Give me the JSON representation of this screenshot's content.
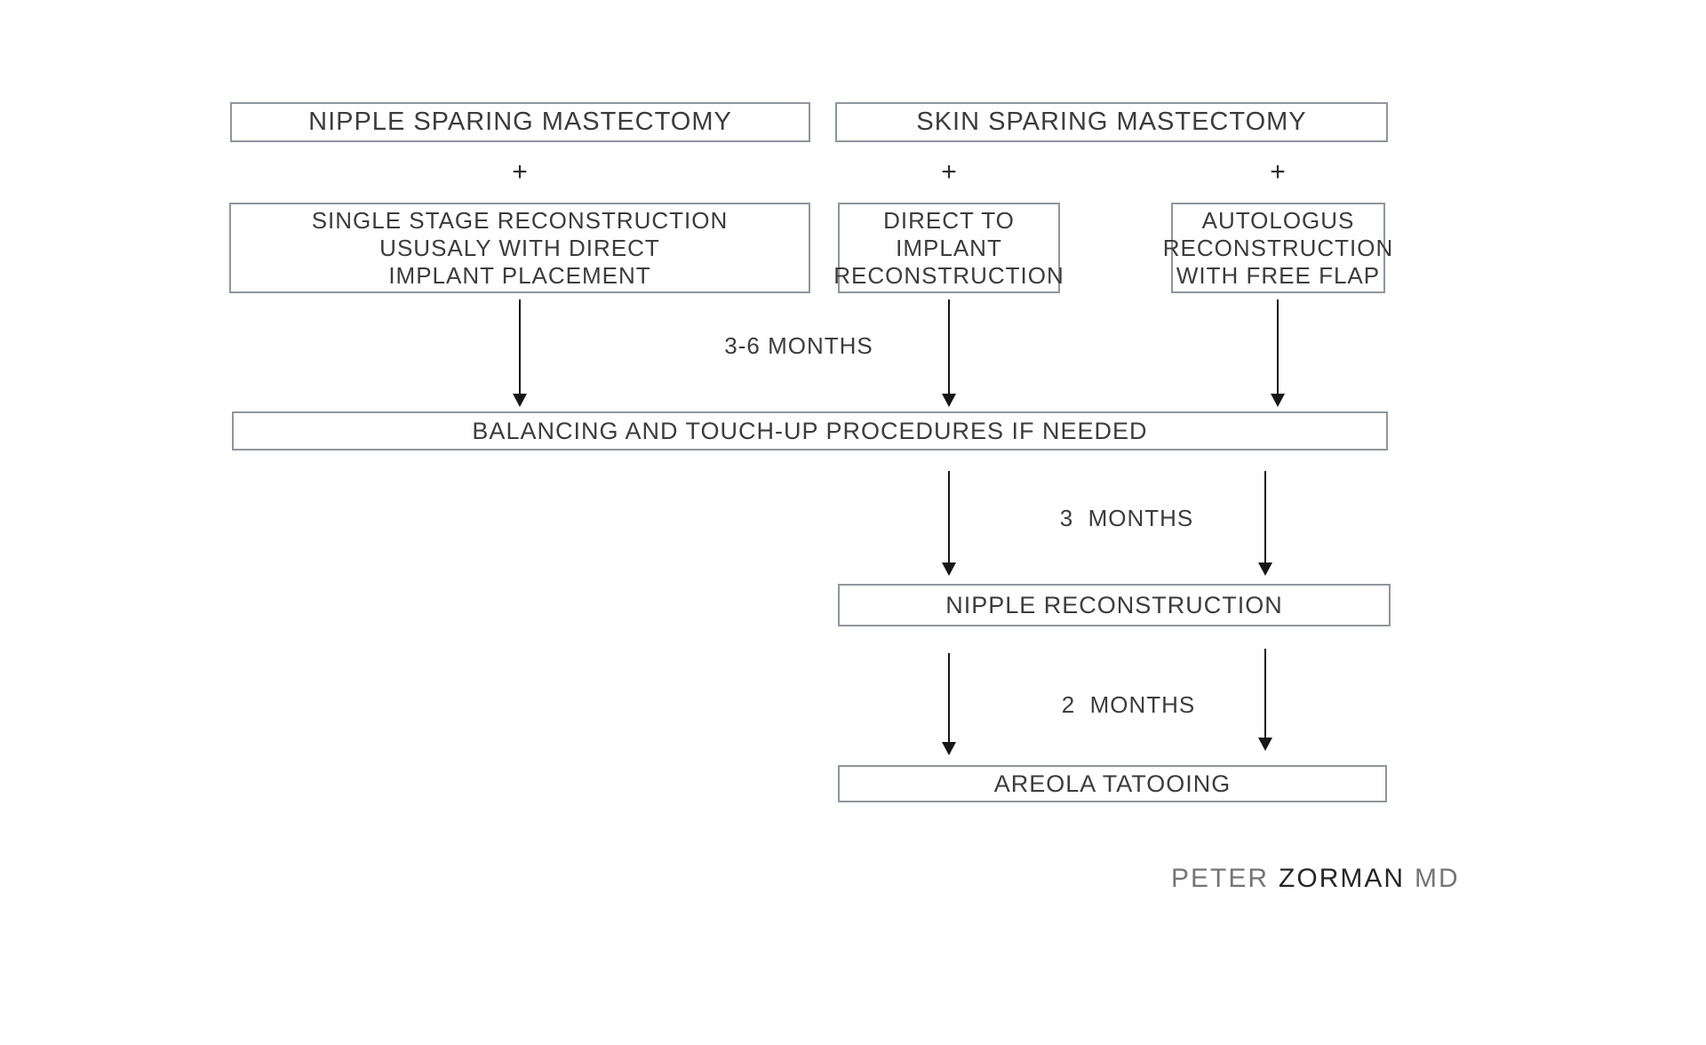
{
  "nodes": {
    "nipple_sparing": "NIPPLE SPARING MASTECTOMY",
    "skin_sparing": "SKIN SPARING MASTECTOMY",
    "single_stage_lines": [
      "SINGLE STAGE RECONSTRUCTION",
      "USUSALY WITH DIRECT",
      "IMPLANT PLACEMENT"
    ],
    "direct_implant_lines": [
      "DIRECT TO",
      "IMPLANT",
      "RECONSTRUCTION"
    ],
    "autologus_lines": [
      "AUTOLOGUS",
      "RECONSTRUCTION",
      "WITH FREE FLAP"
    ],
    "balancing": "BALANCING AND TOUCH-UP PROCEDURES IF NEEDED",
    "nipple_reconstruction": "NIPPLE RECONSTRUCTION",
    "areola": "AREOLA TATOOING"
  },
  "connectors": {
    "plus": "+",
    "interval_1": "3-6 MONTHS",
    "interval_2": "3  MONTHS",
    "interval_3": "2  MONTHS"
  },
  "signature": {
    "first_name": "PETER",
    "last_name": "ZORMAN",
    "title": "MD"
  },
  "colors": {
    "background": "#ffffff",
    "box_border": "#90959d",
    "box_text": "#3c3c3c",
    "arrow": "#161616",
    "signature_light": "#757575",
    "signature_dark": "#262626"
  }
}
